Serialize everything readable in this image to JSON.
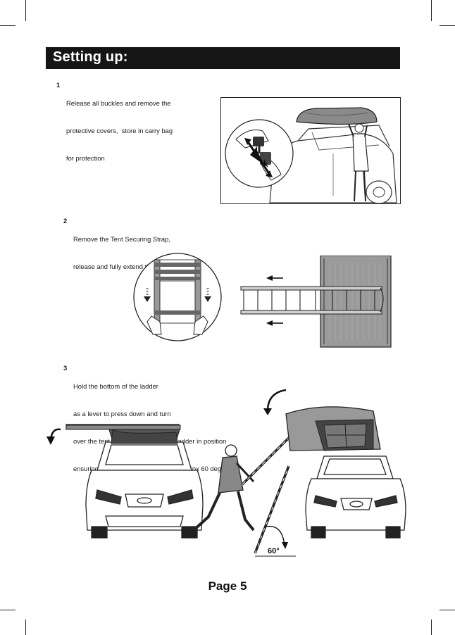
{
  "header": {
    "title": "Setting up:"
  },
  "steps": [
    {
      "number": "1",
      "lines": [
        "Release all buckles and remove the",
        "protective covers,  store in carry bag",
        "for protection"
      ]
    },
    {
      "number": "2",
      "lines": [
        "Remove the Tent Securing Strap,",
        "release and fully extend the ladder"
      ]
    },
    {
      "number": "3",
      "lines": [
        "Hold the bottom of the ladder",
        "as a lever to press down and turn",
        "over the tent. Position and lock the ladder in position",
        "ensuring it is stable and on angle of approx 60 degrees"
      ]
    }
  ],
  "angle_label": "60°",
  "footer": {
    "page": "Page 5"
  }
}
